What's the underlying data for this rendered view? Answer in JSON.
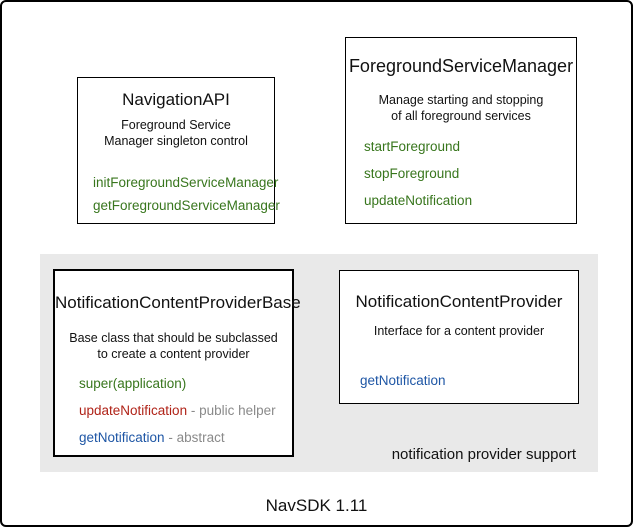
{
  "footer": {
    "label": "NavSDK 1.11"
  },
  "group": {
    "label": "notification provider support"
  },
  "colors": {
    "method_green": "#38761d",
    "method_red": "#b02318",
    "method_blue": "#1e56a5",
    "annotation_gray": "#8a8a8a",
    "panel_background": "#e9e9e9",
    "box_border": "#000000"
  },
  "boxes": {
    "navigation_api": {
      "title": "NavigationAPI",
      "description_line1": "Foreground Service",
      "description_line2": "Manager singleton control",
      "methods": [
        {
          "name": "initForegroundServiceManager"
        },
        {
          "name": "getForegroundServiceManager"
        }
      ]
    },
    "foreground_service_manager": {
      "title": "ForegroundServiceManager",
      "description_line1": "Manage starting and stopping",
      "description_line2": "of all foreground services",
      "methods": [
        {
          "name": "startForeground"
        },
        {
          "name": "stopForeground"
        },
        {
          "name": "updateNotification"
        }
      ]
    },
    "notification_content_provider_base": {
      "title": "NotificationContentProviderBase",
      "description_line1": "Base class that should be subclassed",
      "description_line2": "to create a content provider",
      "methods": [
        {
          "name": "super(application)",
          "annotation": ""
        },
        {
          "name": "updateNotification",
          "annotation": "- public helper"
        },
        {
          "name": "getNotification",
          "annotation": "- abstract"
        }
      ]
    },
    "notification_content_provider": {
      "title": "NotificationContentProvider",
      "description_line1": "Interface for a content provider",
      "methods": [
        {
          "name": "getNotification"
        }
      ]
    }
  }
}
